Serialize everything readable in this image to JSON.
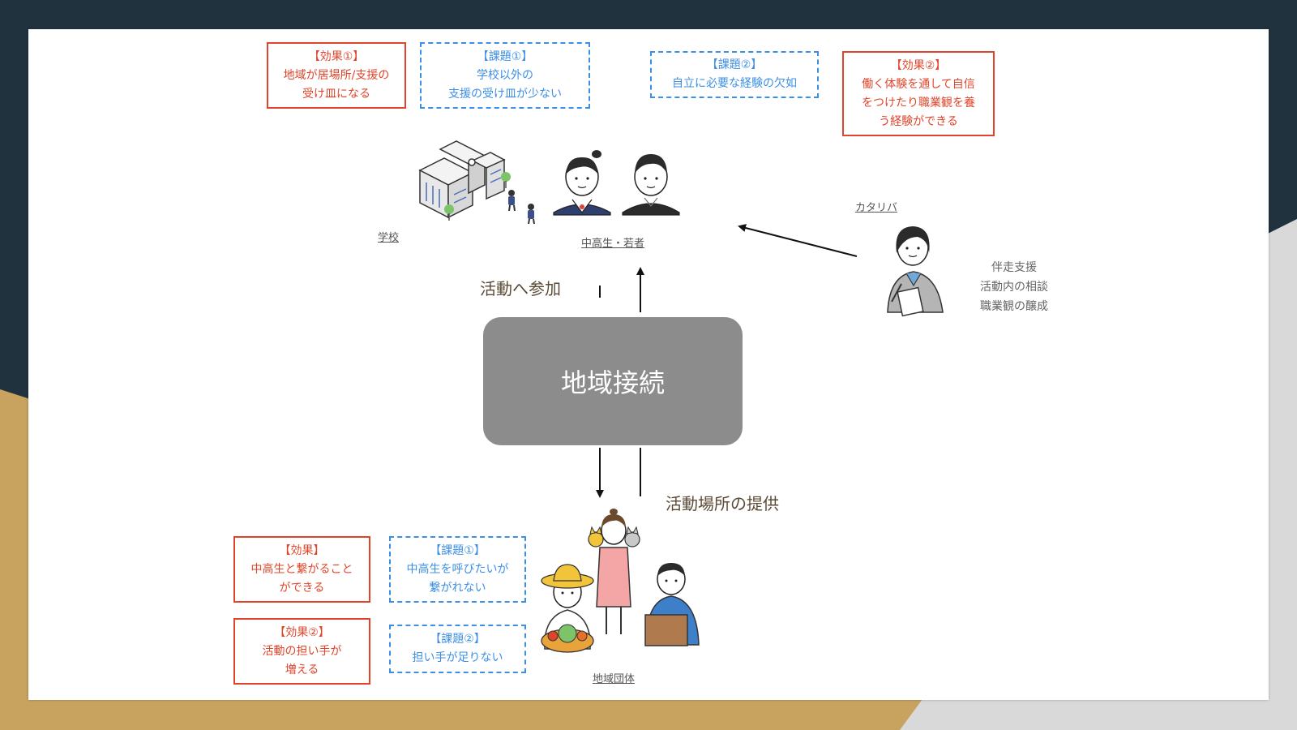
{
  "top": {
    "effect1": {
      "title": "【効果①】",
      "lines": [
        "地域が居場所/支援の",
        "受け皿になる"
      ]
    },
    "issue1": {
      "title": "【課題①】",
      "lines": [
        "学校以外の",
        "支援の受け皿が少ない"
      ]
    },
    "issue2": {
      "title": "【課題②】",
      "lines": [
        "自立に必要な経験の欠如"
      ]
    },
    "effect2": {
      "title": "【効果②】",
      "lines": [
        "働く体験を通して自信",
        "をつけたり職業観を養",
        "う経験ができる"
      ]
    }
  },
  "labels": {
    "school": "学校",
    "youth": "中高生・若者",
    "katariba": "カタリバ",
    "community": "地域団体"
  },
  "center": "地域接続",
  "flows": {
    "participate": "活動へ参加",
    "provide": "活動場所の提供"
  },
  "katariba_support": [
    "伴走支援",
    "活動内の相談",
    "職業観の醸成"
  ],
  "bottom": {
    "effect1": {
      "title": "【効果】",
      "lines": [
        "中高生と繋がること",
        "ができる"
      ]
    },
    "issue1": {
      "title": "【課題①】",
      "lines": [
        "中高生を呼びたいが",
        "繋がれない"
      ]
    },
    "effect2": {
      "title": "【効果②】",
      "lines": [
        "活動の担い手が",
        "増える"
      ]
    },
    "issue2": {
      "title": "【課題②】",
      "lines": [
        "担い手が足りない"
      ]
    }
  },
  "colors": {
    "effect": "#e0452b",
    "issue": "#3d8fe6",
    "center_box": "#8c8c8c",
    "gold": "#c7a35f",
    "navy": "#21323f"
  }
}
